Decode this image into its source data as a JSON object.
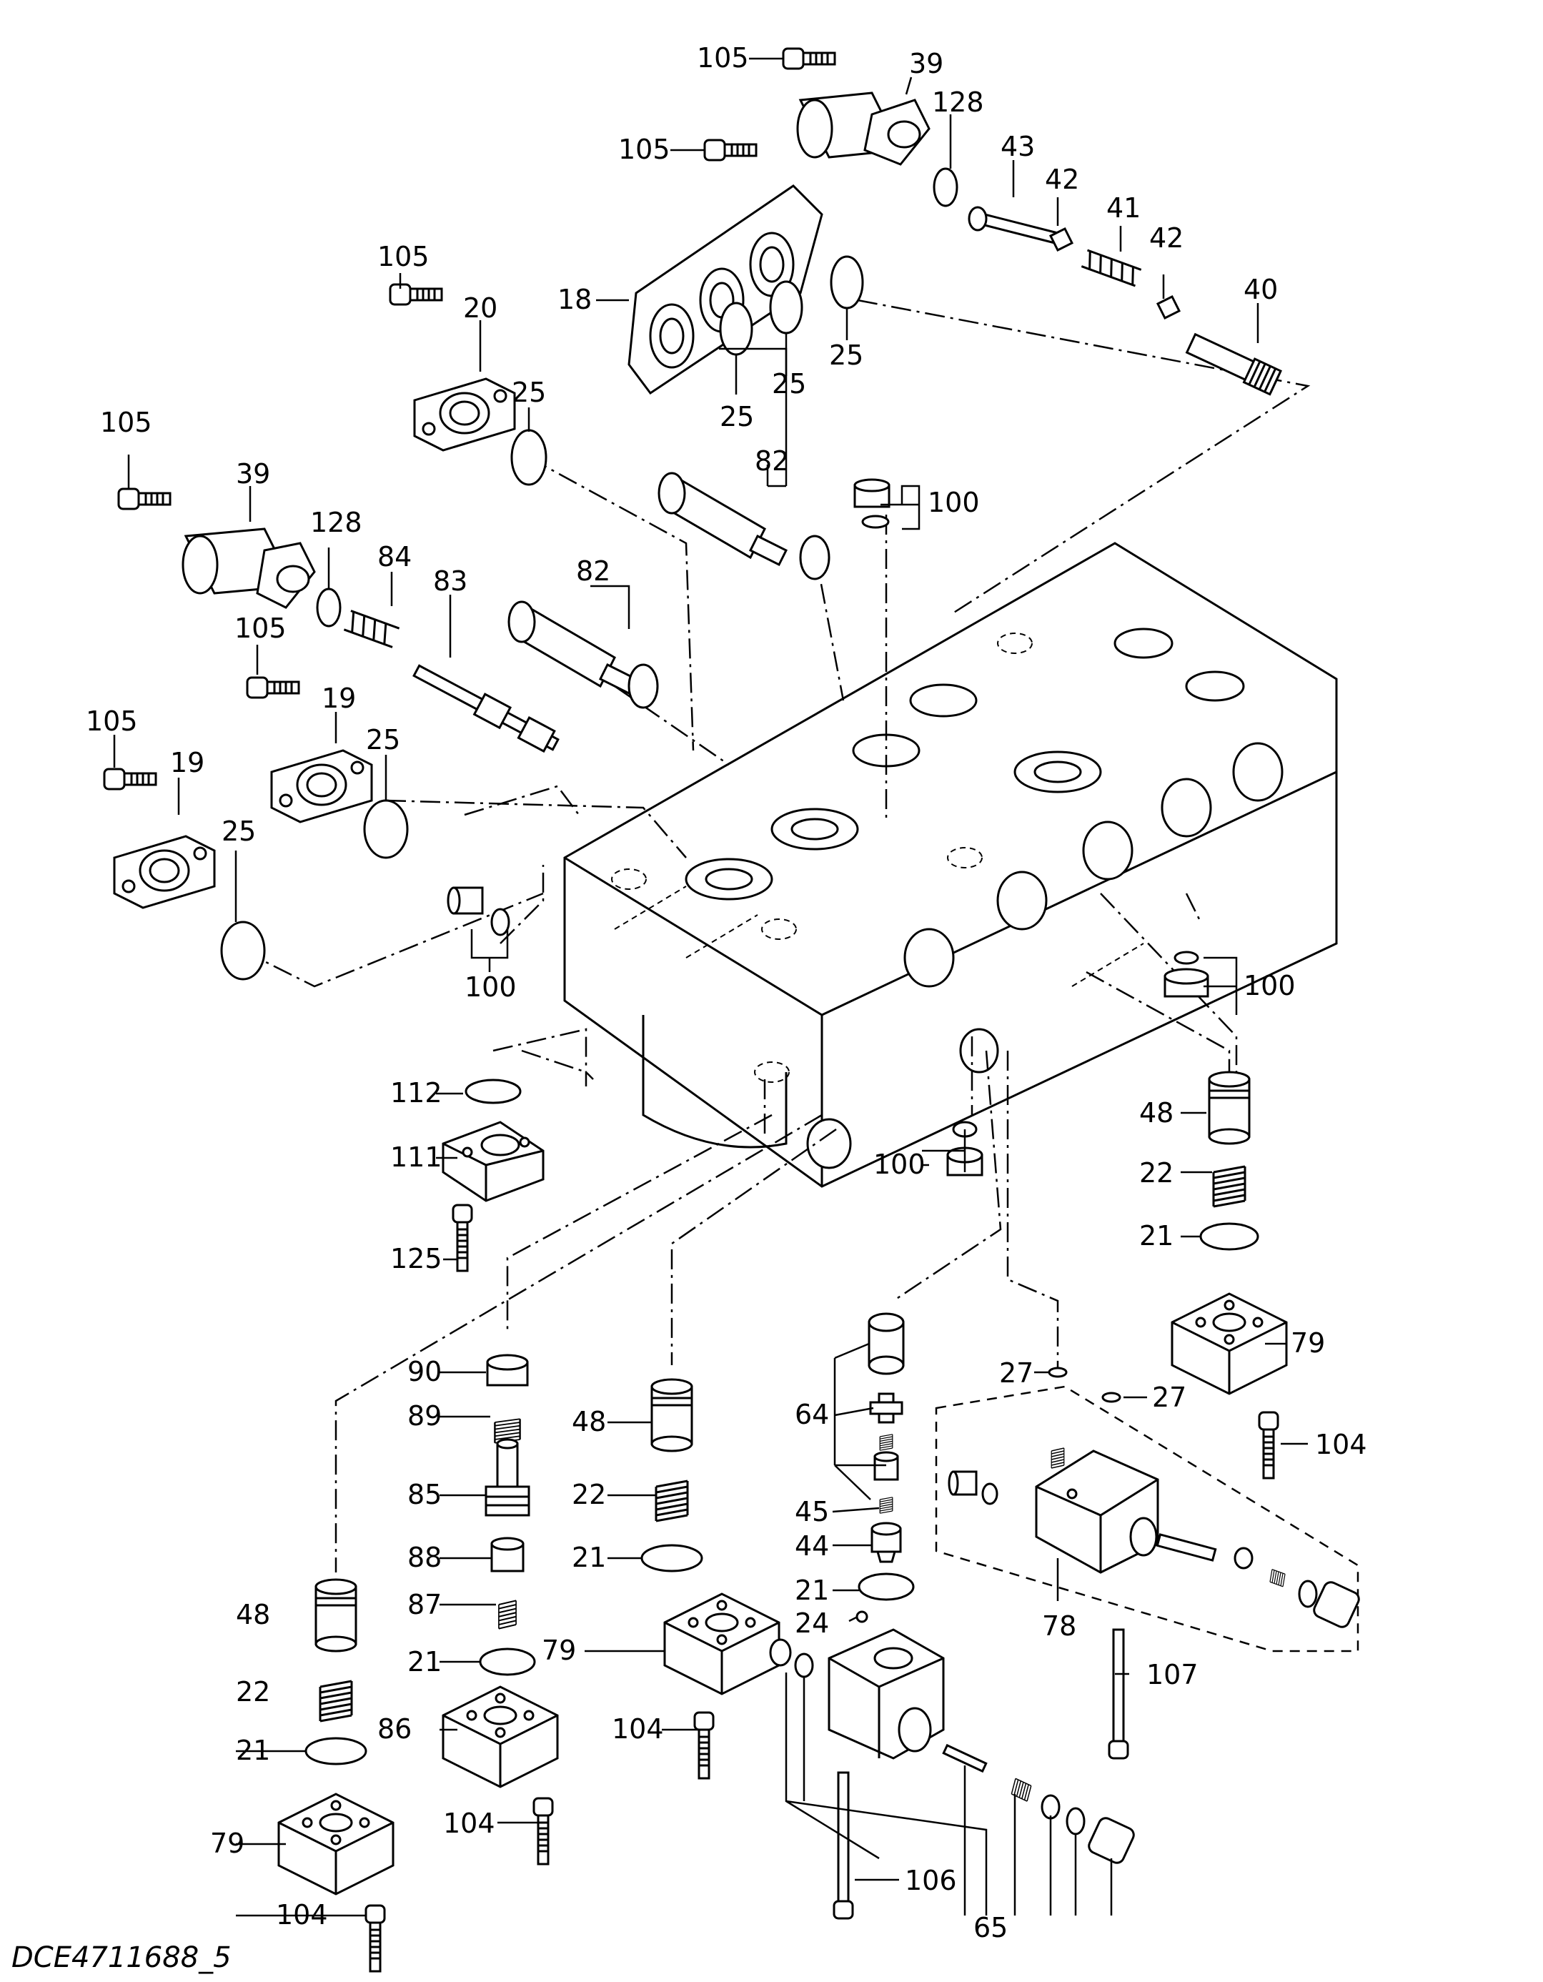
{
  "drawing_code": "DCE4711688_5",
  "labels": {
    "p105_a": "105",
    "p39_a": "39",
    "p128_a": "128",
    "p43": "43",
    "p42_a": "42",
    "p41": "41",
    "p42_b": "42",
    "p40": "40",
    "p105_b": "105",
    "p18": "18",
    "p25_a": "25",
    "p25_b": "25",
    "p25_c": "25",
    "p105_c": "105",
    "p20": "20",
    "p25_d": "25",
    "p105_d": "105",
    "p39_b": "39",
    "p128_b": "128",
    "p84": "84",
    "p83": "83",
    "p82_a": "82",
    "p82_b": "82",
    "p100_a": "100",
    "p105_e": "105",
    "p19_a": "19",
    "p25_e": "25",
    "p105_f": "105",
    "p19_b": "19",
    "p25_f": "25",
    "p100_b": "100",
    "p100_c": "100",
    "p112": "112",
    "p111": "111",
    "p125": "125",
    "p100_d": "100",
    "p48_a": "48",
    "p22_a": "22",
    "p21_a": "21",
    "p79_a": "79",
    "p104_a": "104",
    "p27_a": "27",
    "p27_b": "27",
    "p90": "90",
    "p89": "89",
    "p85": "85",
    "p88": "88",
    "p87": "87",
    "p21_b": "21",
    "p86": "86",
    "p104_b": "104",
    "p48_b": "48",
    "p22_b": "22",
    "p21_c": "21",
    "p79_b": "79",
    "p104_c": "104",
    "p64": "64",
    "p45": "45",
    "p44": "44",
    "p21_d": "21",
    "p24": "24",
    "p78": "78",
    "p107": "107",
    "p106": "106",
    "p65": "65",
    "p48_c": "48",
    "p22_c": "22",
    "p21_e": "21",
    "p79_c": "79",
    "p104_d": "104"
  }
}
